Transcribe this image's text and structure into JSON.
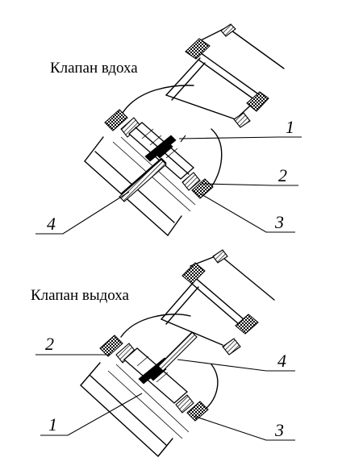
{
  "figure": {
    "top": {
      "title": "Клапан вдоха",
      "callouts": {
        "c1": "1",
        "c2": "2",
        "c3": "3",
        "c4": "4"
      }
    },
    "bottom": {
      "title": "Клапан выдоха",
      "callouts": {
        "c1": "1",
        "c2": "2",
        "c3": "3",
        "c4": "4"
      }
    }
  }
}
